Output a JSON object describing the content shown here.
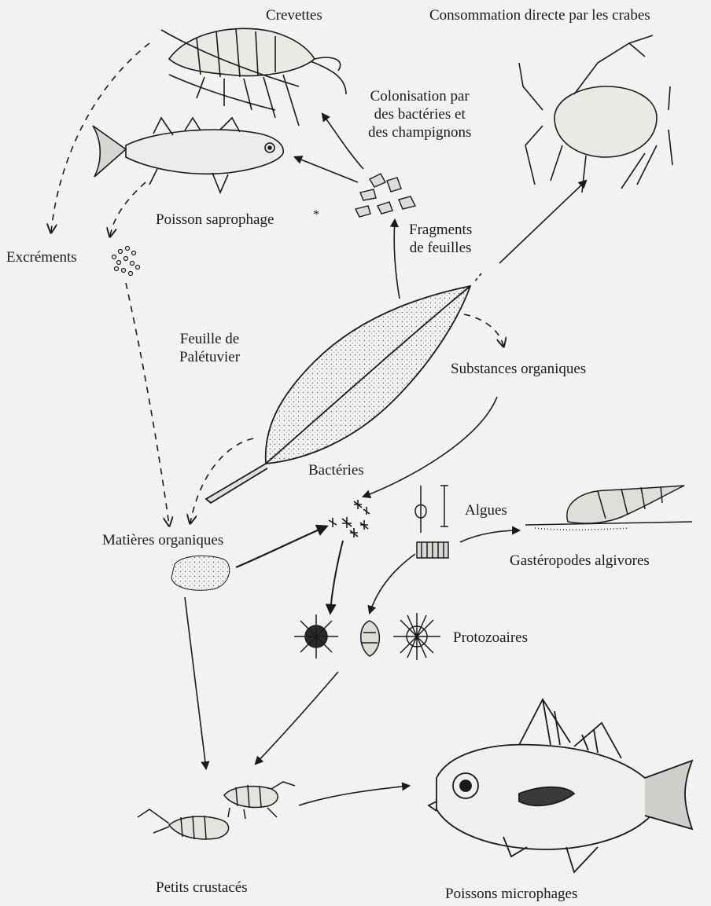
{
  "labels": {
    "crevettes": "Crevettes",
    "crabes": "Consommation directe par les crabes",
    "colonisation": "Colonisation par\ndes bactéries et\ndes champignons",
    "poisson_saprophage": "Poisson saprophage",
    "excrements": "Excréments",
    "fragments": "Fragments\nde feuilles",
    "feuille": "Feuille de\nPalétuvier",
    "substances": "Substances organiques",
    "bacteries": "Bactéries",
    "algues": "Algues",
    "matieres": "Matières organiques",
    "gasteropodes": "Gastéropodes algivores",
    "protozoaires": "Protozoaires",
    "petits_crustaces": "Petits crustacés",
    "poissons_microphages": "Poissons microphages"
  },
  "colors": {
    "ink": "#1a1a1a",
    "paper": "#f2f2f0"
  }
}
